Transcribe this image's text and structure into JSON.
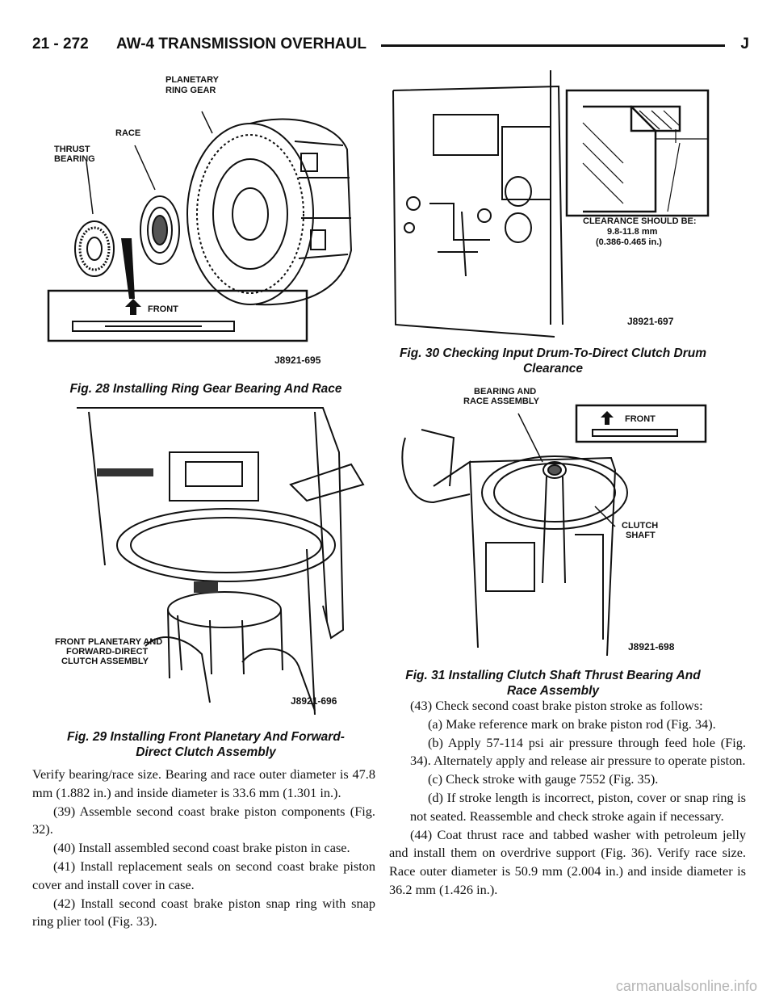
{
  "header": {
    "page_number": "21 - 272",
    "title": "AW-4 TRANSMISSION OVERHAUL",
    "section_letter": "J"
  },
  "fig28": {
    "labels": {
      "planetary": [
        "PLANETARY",
        "RING GEAR"
      ],
      "race": "RACE",
      "thrust": [
        "THRUST",
        "BEARING"
      ],
      "front": "FRONT"
    },
    "code": "J8921-695",
    "caption": "Fig. 28 Installing Ring Gear Bearing And Race"
  },
  "fig29": {
    "labels": {
      "assembly": [
        "FRONT PLANETARY AND",
        "FORWARD-DIRECT",
        "CLUTCH ASSEMBLY"
      ]
    },
    "code": "J8921-696",
    "caption": [
      "Fig. 29 Installing Front Planetary And Forward-",
      "Direct Clutch Assembly"
    ]
  },
  "fig30": {
    "labels": {
      "clearance": [
        "CLEARANCE SHOULD BE:",
        "9.8-11.8 mm",
        "(0.386-0.465 in.)"
      ]
    },
    "code": "J8921-697",
    "caption": [
      "Fig. 30 Checking Input Drum-To-Direct Clutch Drum",
      "Clearance"
    ]
  },
  "fig31": {
    "labels": {
      "bearing": [
        "BEARING AND",
        "RACE ASSEMBLY"
      ],
      "front": "FRONT",
      "clutch": [
        "CLUTCH",
        "SHAFT"
      ]
    },
    "code": "J8921-698",
    "caption": [
      "Fig. 31 Installing Clutch Shaft Thrust Bearing And",
      "Race Assembly"
    ]
  },
  "left_text": [
    "Verify bearing/race size. Bearing and race outer diameter is 47.8 mm (1.882 in.) and inside diameter is 33.6 mm (1.301 in.).",
    "(39) Assemble second coast brake piston components (Fig. 32).",
    "(40) Install assembled second coast brake piston in case.",
    "(41) Install replacement seals on second coast brake piston cover and install cover in case.",
    "(42) Install second coast brake piston snap ring with snap ring plier tool (Fig. 33)."
  ],
  "right_text": [
    "(43) Check second coast brake piston stroke as follows:",
    "(a) Make reference mark on brake piston rod (Fig. 34).",
    "(b) Apply 57-114 psi air pressure through feed hole (Fig. 34). Alternately apply and release air pressure to operate piston.",
    "(c) Check stroke with gauge 7552 (Fig. 35).",
    "(d) If stroke length is incorrect, piston, cover or snap ring is not seated. Reassemble and check stroke again if necessary.",
    "(44) Coat thrust race and tabbed washer with petroleum jelly and install them on overdrive support (Fig. 36). Verify race size. Race outer diameter is 50.9 mm (2.004 in.) and inside diameter is 36.2 mm (1.426 in.)."
  ],
  "watermark": "carmanualsonline.info"
}
